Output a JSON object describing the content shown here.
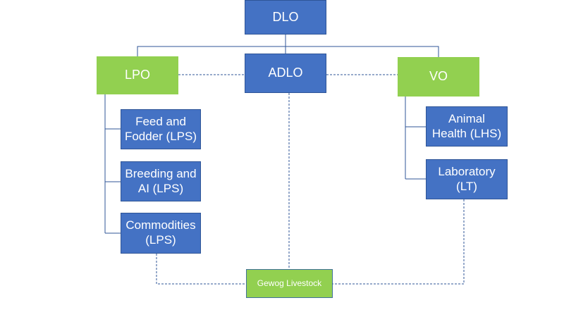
{
  "colors": {
    "blue_box": "#4472c4",
    "green_box": "#92d050",
    "connector_solid": "#2f5597",
    "connector_dashed": "#2f5597"
  },
  "nodes": {
    "dlo": "DLO",
    "lpo": "LPO",
    "adlo": "ADLO",
    "vo": "VO",
    "feed": "Feed and\nFodder (LPS)",
    "breeding": "Breeding and\nAI (LPS)",
    "commodities": "Commodities\n(LPS)",
    "animal_health": "Animal\nHealth (LHS)",
    "laboratory": "Laboratory\n(LT)",
    "gewog": "Gewog Livestock"
  },
  "links": [
    {
      "from": "dlo",
      "to": "lpo",
      "style": "solid"
    },
    {
      "from": "dlo",
      "to": "adlo",
      "style": "solid"
    },
    {
      "from": "dlo",
      "to": "vo",
      "style": "solid"
    },
    {
      "from": "adlo",
      "to": "lpo",
      "style": "dashed"
    },
    {
      "from": "adlo",
      "to": "vo",
      "style": "dashed"
    },
    {
      "from": "lpo",
      "to": "feed",
      "style": "solid"
    },
    {
      "from": "lpo",
      "to": "breeding",
      "style": "solid"
    },
    {
      "from": "lpo",
      "to": "commodities",
      "style": "solid"
    },
    {
      "from": "vo",
      "to": "animal_health",
      "style": "solid"
    },
    {
      "from": "vo",
      "to": "laboratory",
      "style": "solid"
    },
    {
      "from": "adlo",
      "to": "gewog",
      "style": "dashed"
    },
    {
      "from": "commodities",
      "to": "gewog",
      "style": "dashed"
    },
    {
      "from": "laboratory",
      "to": "gewog",
      "style": "dashed"
    }
  ]
}
